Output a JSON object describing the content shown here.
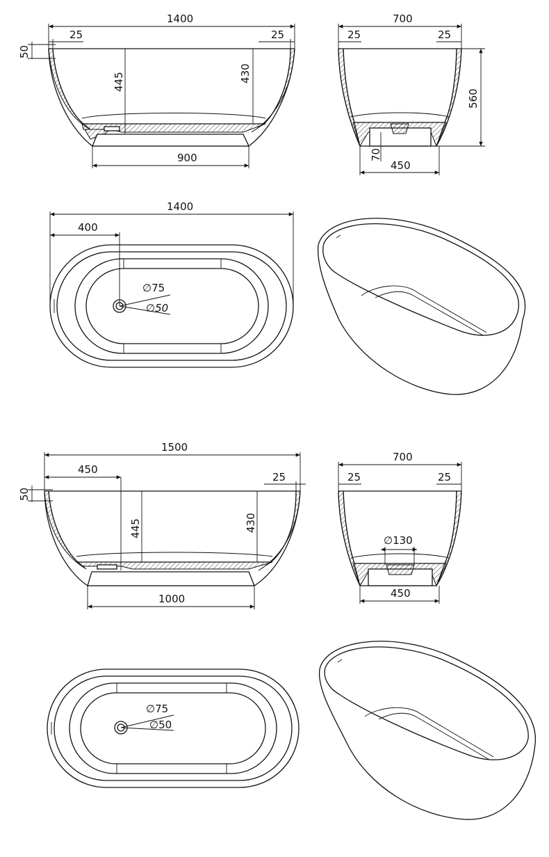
{
  "dimensions": {
    "tub1_side": {
      "overall_length": "1400",
      "rim_left": "25",
      "rim_right": "25",
      "rim_height": "50",
      "depth_left": "445",
      "depth_right": "430",
      "base_length": "900"
    },
    "tub1_end": {
      "overall_width": "700",
      "rim_left": "25",
      "rim_right": "25",
      "height": "560",
      "base_height": "70",
      "base_width": "450"
    },
    "tub1_top": {
      "overall_length": "1400",
      "drain_offset": "400",
      "overflow_diameter": "75",
      "drain_diameter": "50"
    },
    "tub2_side": {
      "overall_length": "1500",
      "drain_offset": "450",
      "rim_right": "25",
      "rim_height": "50",
      "depth_left": "445",
      "depth_right": "430",
      "base_length": "1000"
    },
    "tub2_end": {
      "overall_width": "700",
      "rim_left": "25",
      "rim_right": "25",
      "waste_diameter": "130",
      "base_width": "450"
    },
    "tub2_top": {
      "overflow_diameter": "75",
      "drain_diameter": "50"
    }
  }
}
